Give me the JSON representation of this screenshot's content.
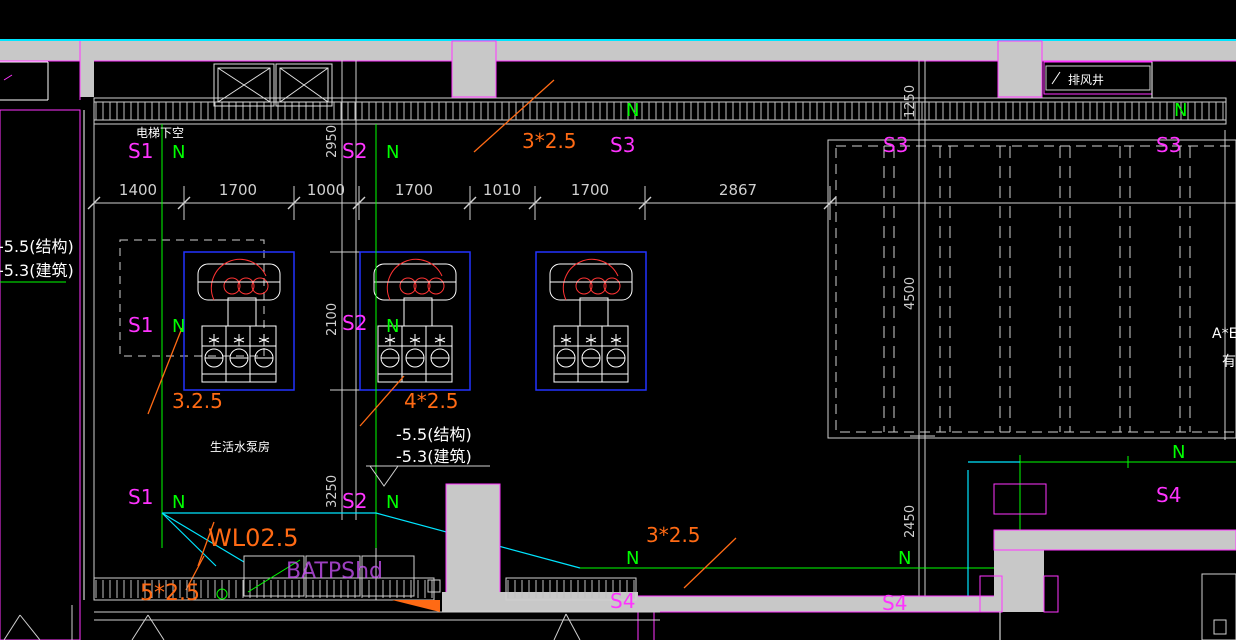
{
  "colors": {
    "background": "#000000",
    "wall": "#c8c8c8",
    "magenta": "#ff33ff",
    "green": "#00ff00",
    "cyan": "#00e5ff",
    "orange": "#ff6a14",
    "blue": "#2233ff",
    "white": "#ffffff"
  },
  "rooms": {
    "elevator_below": "电梯下空",
    "domestic_water_pump_room": "生活水泵房",
    "exhaust_shaft": "排风井"
  },
  "dimensions": {
    "top_row": [
      "1400",
      "1700",
      "1000",
      "1700",
      "1010",
      "1700",
      "2867"
    ],
    "vertical": {
      "d2950": "2950",
      "d2100": "2100",
      "d3250": "3250",
      "d1250": "1250",
      "d4500": "4500",
      "d2450": "2450"
    }
  },
  "elevations": {
    "left_structure": "-5.5(结构)",
    "left_building": "-5.3(建筑)",
    "center_structure": "-5.5(结构)",
    "center_building": "-5.3(建筑)"
  },
  "circuit_labels": {
    "s1_top": "S1",
    "s1_mid": "S1",
    "s1_bot": "S1",
    "s2_top": "S2",
    "s2_mid": "S2",
    "s2_bot": "S2",
    "s3_a": "S3",
    "s3_b": "S3",
    "s3_c": "S3",
    "s4_a": "S4",
    "s4_b": "S4",
    "s4_c": "S4"
  },
  "neutral_labels": {
    "n1": "N",
    "n2": "N",
    "n3": "N",
    "n4": "N",
    "n5": "N",
    "n6": "N",
    "n7": "N",
    "n8": "N",
    "n9": "N",
    "n10": "N"
  },
  "cable_specs": {
    "top": "3*2.5",
    "left": "3.2.5",
    "center": "4*2.5",
    "bottom_right": "3*2.5",
    "bottom_left_a": "WL02.5",
    "bottom_left_b": "5*2.5"
  },
  "right_edge_text": {
    "a": "A*E",
    "b": "有"
  },
  "bottom_box_label": "BATPShd"
}
